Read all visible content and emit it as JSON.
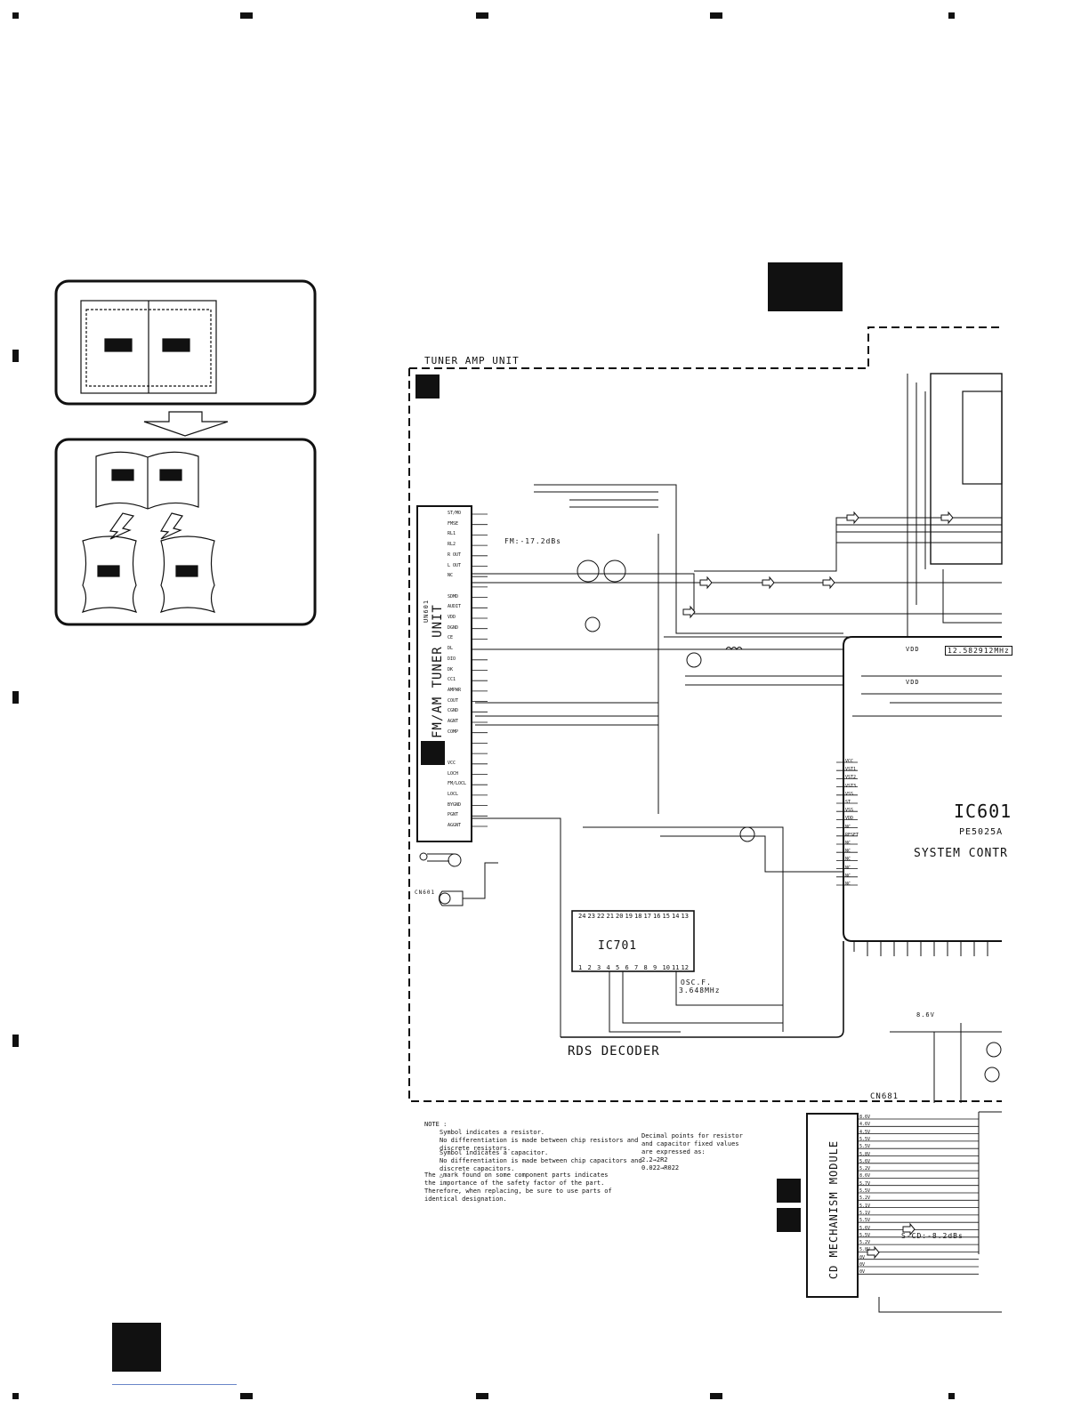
{
  "labels": {
    "tuner_amp_unit": "TUNER AMP UNIT",
    "fm_am_tuner_unit": "FM/AM TUNER UNIT",
    "un601": "UN601",
    "rds_decoder": "RDS DECODER",
    "ic701": "IC701",
    "ic601": "IC601",
    "ic601_part": "PE5025A",
    "system_control": "SYSTEM CONTR",
    "cd_mechanism_module": "CD MECHANISM MODULE",
    "cn681": "CN681",
    "cn601": "CN601",
    "crystal": "12.582912MHz",
    "osc": "OSC.F.",
    "osc_freq": "3.648MHz",
    "fm_level": "FM:-17.2dBs",
    "cd_level": "S-CD:-8.2dBs",
    "vdd1": "VDD",
    "vdd2": "VDD",
    "v_86": "8.6V"
  },
  "tuner_pins": [
    "ST/MO",
    "FMSE",
    "RL1",
    "RL2",
    "R OUT",
    "L OUT",
    "NC",
    "",
    "SDMD",
    "AUDIT",
    "VDD",
    "DGND",
    "CE",
    "DL",
    "DIO",
    "DK",
    "CC1",
    "AMPWR",
    "COUT",
    "CGND",
    "AGNT",
    "COMP",
    "",
    "",
    "VCC",
    "LOCH",
    "FM/LOCL",
    "LOCL",
    "BYGND",
    "PGNT",
    "AGGNT"
  ],
  "ic601_pins_left": [
    "VCC",
    "VST1",
    "VST2",
    "VST3",
    "VSS",
    "ST",
    "VSS",
    "VDD",
    "NC",
    "RESET",
    "NC",
    "NC",
    "NC",
    "NC",
    "NC",
    "NC"
  ],
  "cd_pins": [
    "8.6V",
    "4.6V",
    "4.5V",
    "5.5V",
    "5.5V",
    "5.8V",
    "5.6V",
    "5.2V",
    "8.6V",
    "5.7V",
    "5.5V",
    "5.2V",
    "5.1V",
    "5.1V",
    "5.5V",
    "5.6V",
    "5.5V",
    "5.2V",
    "5.8V",
    "0V",
    "0V",
    "0V"
  ],
  "notes": {
    "heading": "NOTE :",
    "resistor": "Symbol indicates a resistor.\nNo differentiation is made between chip resistors and\ndiscrete resistors.",
    "capacitor": "Symbol indicates a capacitor.\nNo differentiation is made between chip capacitors and\ndiscrete capacitors.",
    "safety": "The △mark found on some component parts indicates\nthe importance of the safety factor of the part.\nTherefore, when replacing, be sure to use parts of\nidentical designation.",
    "decimal": "Decimal points for resistor\nand capacitor fixed values\nare expressed as:\n2.2→2R2\n0.022→R022"
  }
}
